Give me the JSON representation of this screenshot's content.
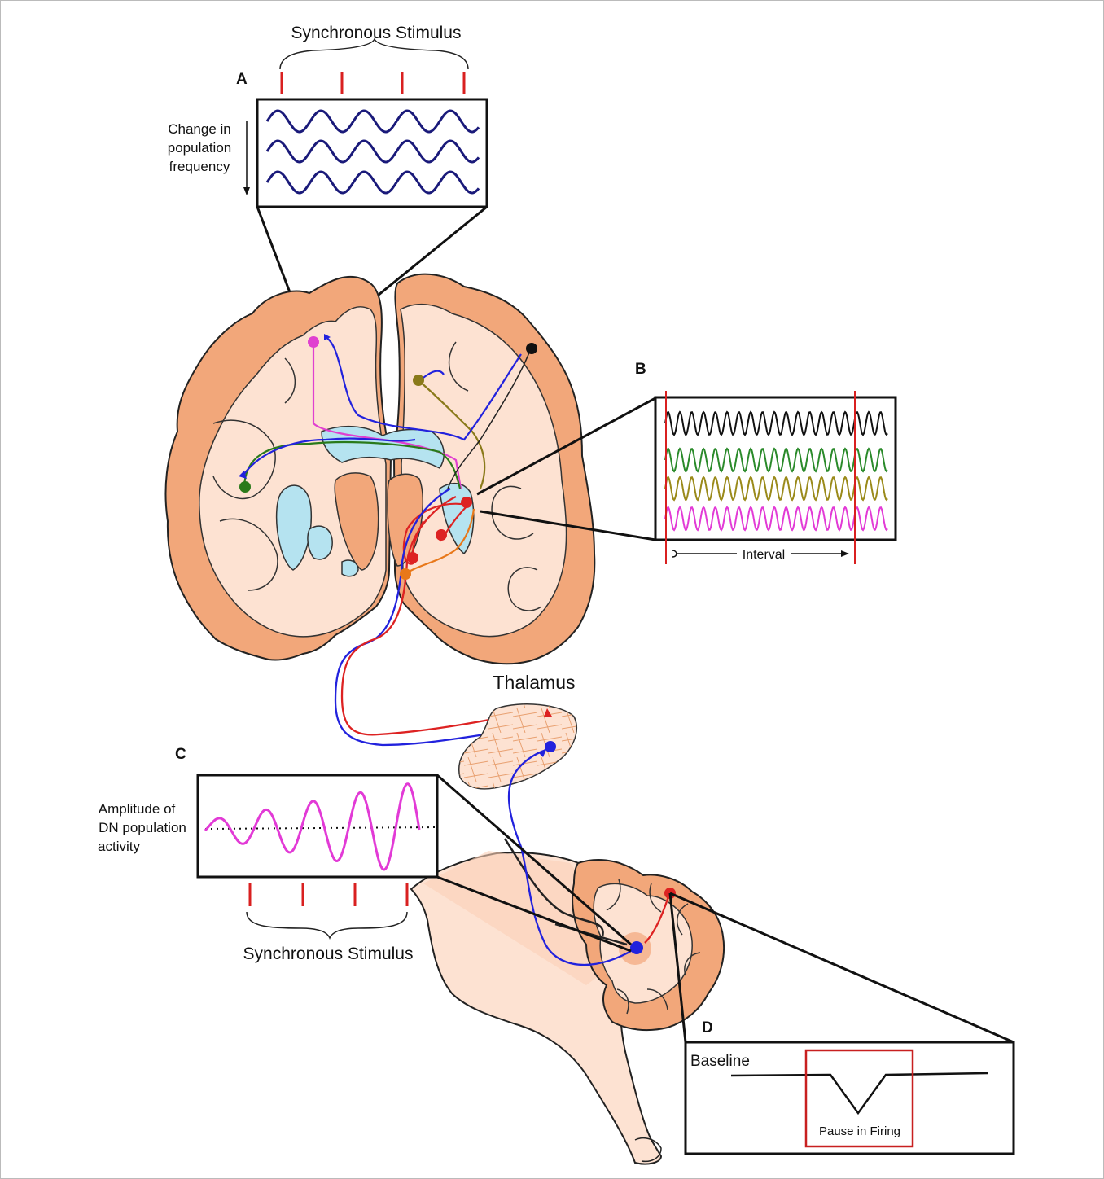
{
  "panels": {
    "a": {
      "letter": "A",
      "stimulus_label": "Synchronous Stimulus",
      "axis_label_line1": "Change in",
      "axis_label_line2": "population",
      "axis_label_line3": "frequency"
    },
    "b": {
      "letter": "B",
      "interval_label": "Interval"
    },
    "c": {
      "letter": "C",
      "stimulus_label": "Synchronous Stimulus",
      "axis_label_line1": "Amplitude of",
      "axis_label_line2": "DN population",
      "axis_label_line3": "activity"
    },
    "d": {
      "letter": "D",
      "baseline_label": "Baseline",
      "pause_label": "Pause in Firing"
    }
  },
  "regions": {
    "thalamus_label": "Thalamus"
  },
  "colors": {
    "cortex": "#f2a77a",
    "white_matter": "#fde2d2",
    "ventricle": "#b5e3f0",
    "wave_a": "#1a1a7a",
    "wave_b_black": "#111111",
    "wave_b_green": "#2a8a2a",
    "wave_b_olive": "#9a8a1a",
    "wave_b_magenta": "#e23ad6",
    "wave_c": "#e23ad6",
    "stimulus_tick": "#d92020",
    "pause_box": "#c82020",
    "pathway_blue": "#2222dd",
    "pathway_red": "#dd2222",
    "pathway_green": "#2a7a1a",
    "pathway_magenta": "#e040d0",
    "pathway_olive": "#8a7a1a",
    "pathway_orange": "#e8781a"
  }
}
